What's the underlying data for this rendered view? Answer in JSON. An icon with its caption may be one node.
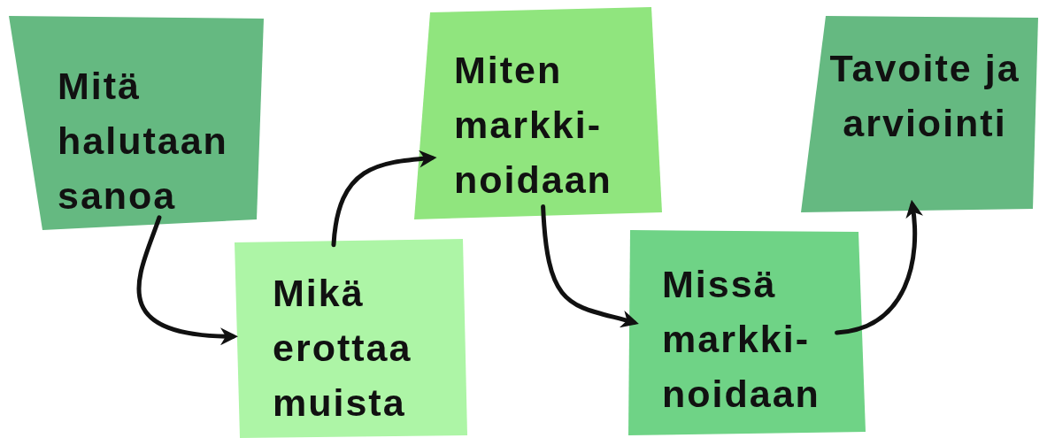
{
  "diagram": {
    "nodes": [
      {
        "text": [
          "Mitä halutaan sanoa"
        ]
      },
      {
        "text": [
          "Mikä erottaa muista"
        ]
      },
      {
        "text": [
          "Miten markki- noidaan"
        ]
      },
      {
        "text": [
          "Missä markki- noidaan"
        ]
      },
      {
        "text": [
          "Tavoite ja arviointi"
        ]
      }
    ],
    "edges": [
      {
        "from": 0,
        "to": 1,
        "arrow": "to"
      },
      {
        "from": 1,
        "to": 2,
        "arrow": "to"
      },
      {
        "from": 2,
        "to": 3,
        "arrow": "to"
      },
      {
        "from": 3,
        "to": 4,
        "arrow": "to"
      }
    ]
  }
}
